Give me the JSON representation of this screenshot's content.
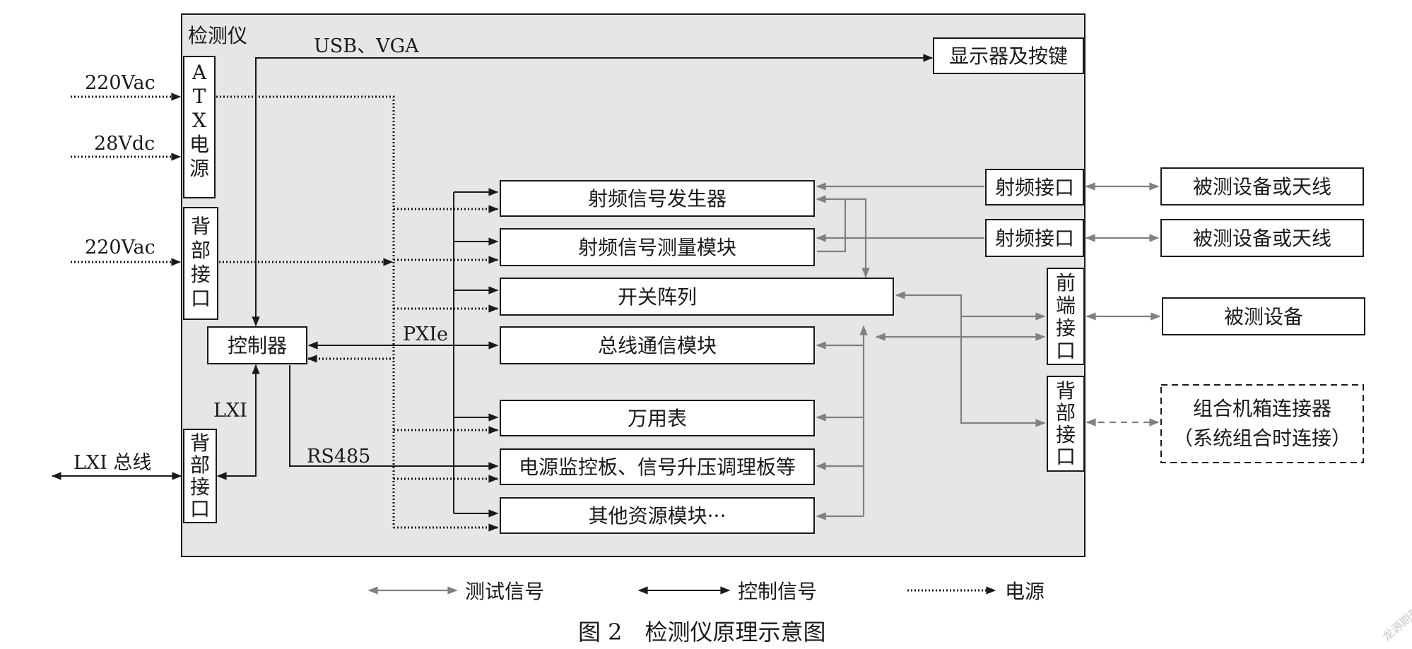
{
  "enclosure": {
    "title": "检测仪"
  },
  "boxes": {
    "atx": [
      "A",
      "T",
      "X",
      "电",
      "源"
    ],
    "back_iface_top": [
      "背",
      "部",
      "接",
      "口"
    ],
    "back_iface_bottom": [
      "背",
      "部",
      "接",
      "口"
    ],
    "controller": "控制器",
    "display": "显示器及按键",
    "rf_gen": "射频信号发生器",
    "rf_meas": "射频信号测量模块",
    "switch": "开关阵列",
    "bus": "总线通信模块",
    "dmm": "万用表",
    "psu": "电源监控板、信号升压调理板等",
    "other": "其他资源模块···",
    "rf_iface_1": "射频接口",
    "rf_iface_2": "射频接口",
    "front_iface": [
      "前",
      "端",
      "接",
      "口"
    ],
    "rear_iface_right": [
      "背",
      "部",
      "接",
      "口"
    ],
    "dut_1": "被测设备或天线",
    "dut_2": "被测设备或天线",
    "dut_3": "被测设备",
    "combo_line1": "组合机箱连接器",
    "combo_line2": "（系统组合时连接）"
  },
  "labels": {
    "usb_vga": "USB、VGA",
    "ac_1": "220Vac",
    "dc": "28Vdc",
    "ac_2": "220Vac",
    "pxie": "PXIe",
    "lxi": "LXI",
    "lxi_bus": "LXI 总线",
    "rs485": "RS485"
  },
  "legend": {
    "test_signal": "测试信号",
    "control_signal": "控制信号",
    "power": "电源"
  },
  "caption": "图 2　检测仪原理示意图",
  "watermark": "龙源期刊网",
  "colors": {
    "test_line": "#808080",
    "enclosure_fill": "#e6e6e6",
    "ink": "#1a1a1a"
  }
}
